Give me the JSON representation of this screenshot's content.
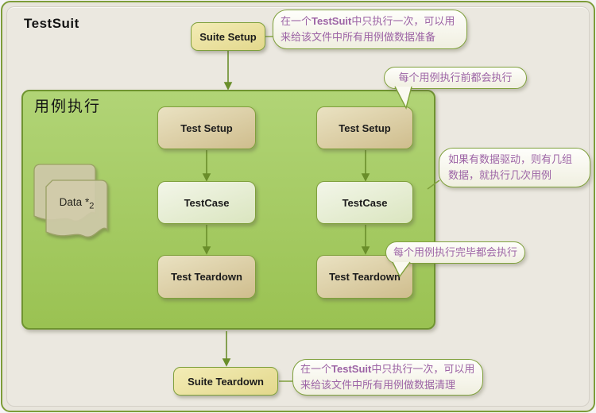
{
  "title": "TestSuit",
  "group": {
    "title": "用例执行"
  },
  "nodes": {
    "suite_setup": {
      "label": "Suite Setup"
    },
    "test_setup_left": {
      "label": "Test Setup"
    },
    "test_setup_right": {
      "label": "Test Setup"
    },
    "testcase_left": {
      "label": "TestCase"
    },
    "testcase_right": {
      "label": "TestCase"
    },
    "test_teardown_left": {
      "label": "Test Teardown"
    },
    "test_teardown_right": {
      "label": "Test Teardown"
    },
    "data_shape": {
      "label": "Data *",
      "sub": "2"
    },
    "suite_teardown": {
      "label": "Suite Teardown"
    }
  },
  "callouts": {
    "suite_setup_note": {
      "pre": "在一个",
      "bold": "TestSuit",
      "post": "中只执行一次，可以用来给该文件中所有用例做数据准备"
    },
    "test_setup_note": {
      "text": "每个用例执行前都会执行"
    },
    "data_driven_note": {
      "text": "如果有数据驱动，则有几组数据，就执行几次用例"
    },
    "test_teardown_note": {
      "text": "每个用例执行完毕都会执行"
    },
    "suite_teardown_note": {
      "pre": "在一个",
      "bold": "TestSuit",
      "post": "中只执行一次，可以用来给该文件中所有用例做数据清理"
    }
  },
  "colors": {
    "frame_border": "#7E9D3A",
    "panel_bg": "#EBE8E0",
    "group_fill_top": "#B1D476",
    "group_fill_bottom": "#9AC252",
    "group_border": "#6F9430",
    "node_border": "#7FA03C",
    "tan_node_fill": "#D8C795",
    "pale_node_fill": "#E9F0D8",
    "yellow_node_fill": "#EDE4A0",
    "data_shape_fill": "#CDC8A2",
    "callout_text": "#9C63A5",
    "arrow": "#6A8E2B",
    "label_text": "#1B1B1B"
  }
}
